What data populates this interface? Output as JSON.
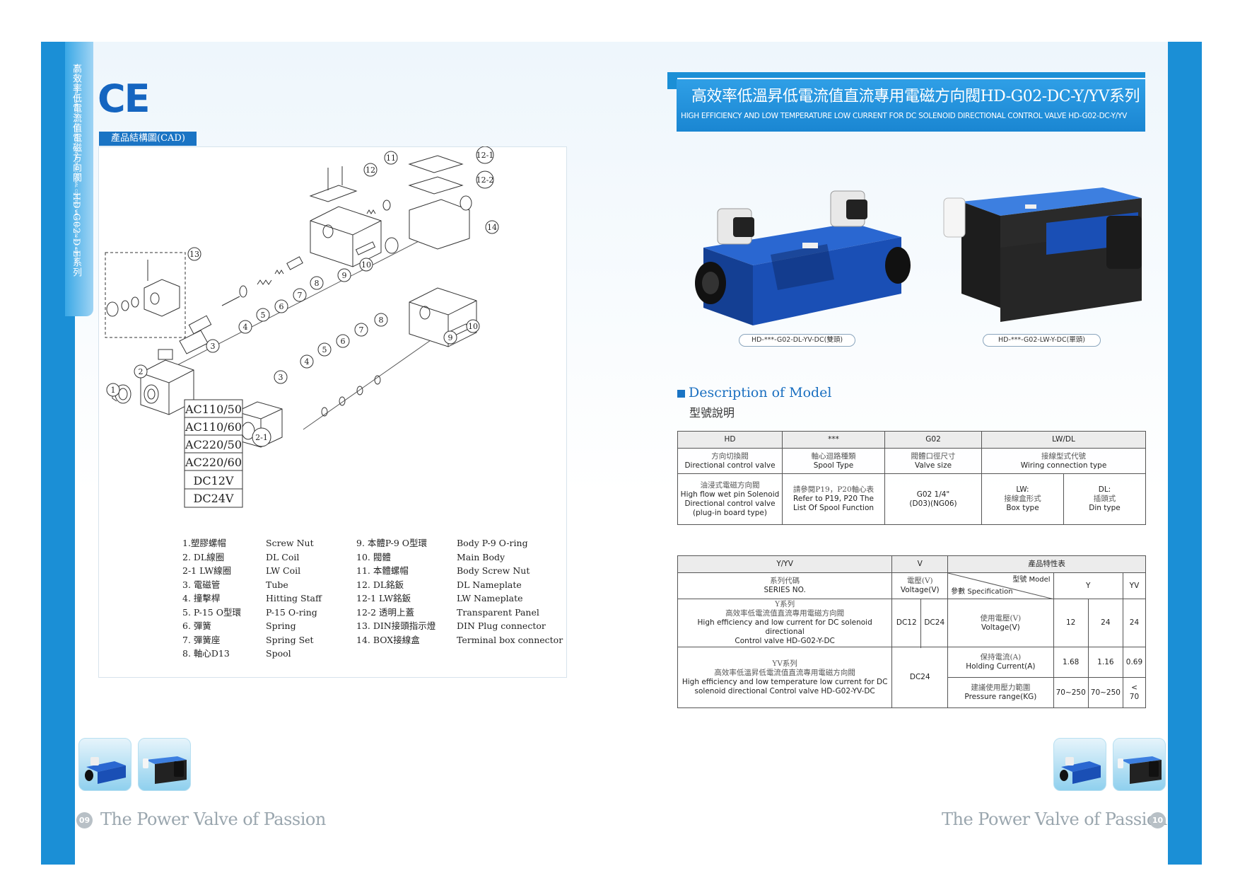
{
  "sidebar": {
    "title_cn": "高效率低電流值電磁方向閥　HD-G02-D-E系列",
    "title_en": "HIGH EFFICIENCY AND LOW CURRENT SOLENOID DIRECTIONAL CONTROL VALVE HD-G02-D-E SERIES"
  },
  "ce_mark": "CE",
  "cad": {
    "label": "產品結構圖(CAD)",
    "callouts": [
      "1",
      "2",
      "2-1",
      "3",
      "4",
      "5",
      "6",
      "7",
      "8",
      "9",
      "10",
      "11",
      "12",
      "12-1",
      "12-2",
      "13",
      "14"
    ],
    "voltages": [
      "AC110/50",
      "AC110/60",
      "AC220/50",
      "AC220/60",
      "DC12V",
      "DC24V"
    ]
  },
  "legend": [
    {
      "cn": "1.塑膠螺帽",
      "en": "Screw Nut"
    },
    {
      "cn": "2. DL線圈",
      "en": "DL Coil"
    },
    {
      "cn": "2-1  LW線圈",
      "en": "LW Coil"
    },
    {
      "cn": "3. 電磁管",
      "en": "Tube"
    },
    {
      "cn": "4. 撞擊桿",
      "en": "Hitting Staff"
    },
    {
      "cn": "5. P-15  O型環",
      "en": "P-15 O-ring"
    },
    {
      "cn": "6. 彈簧",
      "en": "Spring"
    },
    {
      "cn": "7. 彈簧座",
      "en": "Spring Set"
    },
    {
      "cn": "8. 軸心D13",
      "en": "Spool"
    },
    {
      "cn": "9. 本體P-9  O型環",
      "en": "Body P-9 O-ring"
    },
    {
      "cn": "10. 閥體",
      "en": "Main Body"
    },
    {
      "cn": "11. 本體螺帽",
      "en": "Body Screw Nut"
    },
    {
      "cn": "12. DL銘鈑",
      "en": "DL Nameplate"
    },
    {
      "cn": "12-1  LW銘鈑",
      "en": "LW Nameplate"
    },
    {
      "cn": "12-2  透明上蓋",
      "en": "Transparent Panel"
    },
    {
      "cn": "13. DIN接頭指示燈",
      "en": "DIN Plug connector"
    },
    {
      "cn": "14. BOX接線盒",
      "en": "Terminal box connector"
    }
  ],
  "title": {
    "cn": "高效率低溫昇低電流值直流專用電磁方向閥HD-G02-DC-Y/YV系列",
    "en": "HIGH EFFICIENCY AND LOW TEMPERATURE LOW CURRENT FOR DC SOLENOID DIRECTIONAL CONTROL VALVE HD-G02-DC-Y/YV"
  },
  "products": [
    {
      "caption": "HD-***-G02-DL-YV-DC(雙頭)"
    },
    {
      "caption": "HD-***-G02-LW-Y-DC(單頭)"
    }
  ],
  "description": {
    "en": "Description of Model",
    "cn": "型號說明"
  },
  "model_table": {
    "headers": [
      "HD",
      "***",
      "G02",
      "LW/DL"
    ],
    "row1": [
      {
        "cn": "方向切換閥",
        "en": "Directional control valve"
      },
      {
        "cn": "軸心迴路種類",
        "en": "Spool Type"
      },
      {
        "cn": "閥體口徑尺寸",
        "en": "Valve size"
      },
      {
        "cn": "接線型式代號",
        "en": "Wiring connection type"
      }
    ],
    "row2": {
      "c1_cn": "油浸式電磁方向閥",
      "c1_en1": "High flow wet pin Solenoid",
      "c1_en2": "Directional control valve",
      "c1_en3": "(plug-in board type)",
      "c2_cn": "請參閱P19，P20軸心表",
      "c2_en1": "Refer to P19, P20 The",
      "c2_en2": "List Of Spool Function",
      "c3_1": "G02  1/4\"",
      "c3_2": "(D03)(NG06)",
      "lw_1": "LW:",
      "lw_2": "接線盒形式",
      "lw_3": "Box type",
      "dl_1": "DL:",
      "dl_2": "插頭式",
      "dl_3": "Din type"
    }
  },
  "spec_table": {
    "h_yyv": "Y/YV",
    "h_v": "V",
    "h_spec": "產品特性表",
    "series_cn": "系列代碼",
    "series_en": "SERIES NO.",
    "voltage_cn": "電壓(V)",
    "voltage_en": "Voltage(V)",
    "model_label": "型號 Model",
    "spec_label": "參數 Specification",
    "col_y": "Y",
    "col_yv": "YV",
    "y_t1": "Y系列",
    "y_t2": "高效率低電流值直流專用電磁方向閥",
    "y_t3": "High efficiency and low current for DC solenoid directional",
    "y_t4": "Control valve HD-G02-Y-DC",
    "y_v1": "DC12",
    "y_v2": "DC24",
    "yv_t1": "YV系列",
    "yv_t2": "高效率低溫昇低電流值直流專用電磁方向閥",
    "yv_t3": "High efficiency and low temperature low current for DC",
    "yv_t4": "solenoid directional Control valve HD-G02-YV-DC",
    "yv_v": "DC24",
    "p1_cn": "使用電壓(V)",
    "p1_en": "Voltage(V)",
    "p1_vals": [
      "12",
      "24",
      "24"
    ],
    "p2_cn": "保持電流(A)",
    "p2_en": "Holding Current(A)",
    "p2_vals": [
      "1.68",
      "1.16",
      "0.69"
    ],
    "p3_cn": "建議使用壓力範圍",
    "p3_en": "Pressure range(KG)",
    "p3_vals": [
      "70~250",
      "70~250",
      "< 70"
    ]
  },
  "footer": {
    "left_page": "09",
    "right_page": "10",
    "slogan": "The Power Valve of Passion"
  },
  "colors": {
    "brand_blue": "#1b8fd6",
    "valve_blue": "#1a4fb5"
  }
}
